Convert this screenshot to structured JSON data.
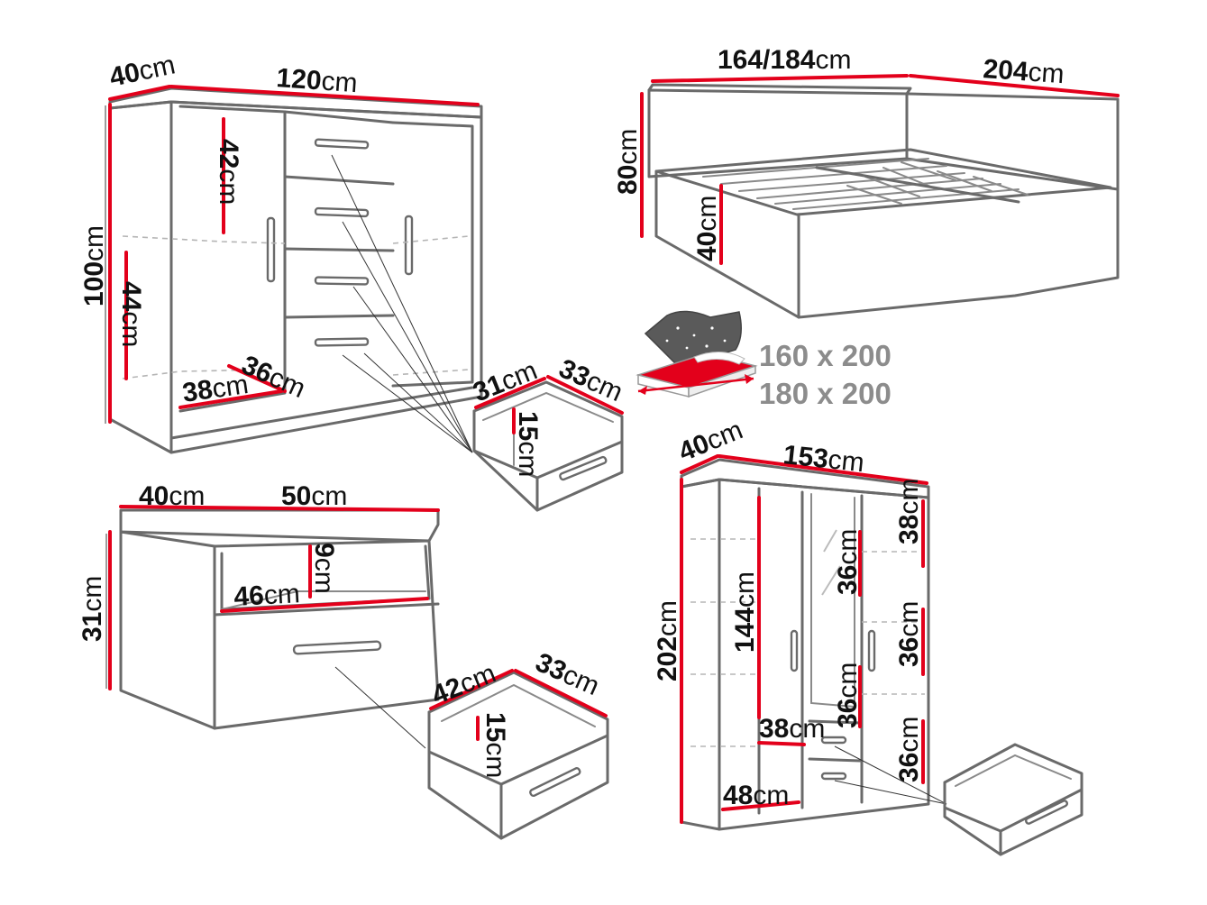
{
  "colors": {
    "dimension": "#e3001b",
    "outline": "#6a6a6a",
    "mattress": "#e3001b",
    "fabric": "#5a5a5a"
  },
  "dressing_chest": {
    "depth": {
      "num": "40",
      "unit": "cm"
    },
    "width": {
      "num": "120",
      "unit": "cm"
    },
    "height": {
      "num": "100",
      "unit": "cm"
    },
    "upper_shelf": {
      "num": "42",
      "unit": "cm"
    },
    "lower_shelf": {
      "num": "44",
      "unit": "cm"
    },
    "shelf_depth": {
      "num": "36",
      "unit": "cm"
    },
    "shelf_width": {
      "num": "38",
      "unit": "cm"
    },
    "drawer_width": {
      "num": "31",
      "unit": "cm"
    },
    "drawer_depth": {
      "num": "33",
      "unit": "cm"
    },
    "drawer_height": {
      "num": "15",
      "unit": "cm"
    }
  },
  "bed": {
    "width": {
      "num": "164/184",
      "unit": "cm"
    },
    "length": {
      "num": "204",
      "unit": "cm"
    },
    "headboard_height": {
      "num": "80",
      "unit": "cm"
    },
    "frame_height": {
      "num": "40",
      "unit": "cm"
    },
    "mattress_sizes": [
      "160 x 200",
      "180 x 200"
    ]
  },
  "nightstand": {
    "depth": {
      "num": "40",
      "unit": "cm"
    },
    "width": {
      "num": "50",
      "unit": "cm"
    },
    "height": {
      "num": "31",
      "unit": "cm"
    },
    "niche_height": {
      "num": "9",
      "unit": "cm"
    },
    "niche_width": {
      "num": "46",
      "unit": "cm"
    },
    "drawer_width": {
      "num": "42",
      "unit": "cm"
    },
    "drawer_depth": {
      "num": "33",
      "unit": "cm"
    },
    "drawer_height": {
      "num": "15",
      "unit": "cm"
    }
  },
  "wardrobe": {
    "depth": {
      "num": "40",
      "unit": "cm"
    },
    "width": {
      "num": "153",
      "unit": "cm"
    },
    "height": {
      "num": "202",
      "unit": "cm"
    },
    "hanging_height": {
      "num": "144",
      "unit": "cm"
    },
    "shelf_1": {
      "num": "38",
      "unit": "cm"
    },
    "shelf_2": {
      "num": "36",
      "unit": "cm"
    },
    "shelf_3": {
      "num": "36",
      "unit": "cm"
    },
    "middle_shelf_1": {
      "num": "36",
      "unit": "cm"
    },
    "middle_shelf_2": {
      "num": "36",
      "unit": "cm"
    },
    "drawer_width": {
      "num": "38",
      "unit": "cm"
    },
    "inner_width": {
      "num": "48",
      "unit": "cm"
    }
  }
}
